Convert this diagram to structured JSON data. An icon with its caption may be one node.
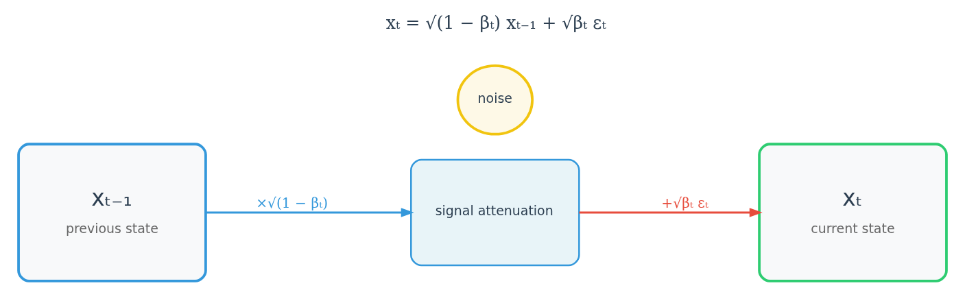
{
  "diagram": {
    "nodes": [
      {
        "text": [
          "xₜ₋₁",
          "previous state"
        ]
      },
      {
        "text": [
          "signal attenuation"
        ]
      },
      {
        "text": [
          "xₜ",
          "current state"
        ]
      },
      {
        "text": [
          "noise"
        ]
      }
    ],
    "edges": [
      {
        "from": 0,
        "to": 1,
        "arrow": "to",
        "label": "×√(1 − βₜ)",
        "color": "#3498db"
      },
      {
        "from": 1,
        "to": 2,
        "arrow": "to",
        "label": "+√βₜ εₜ",
        "color": "#e74c3c"
      }
    ],
    "labels": [
      "xₜ = √(1 − βₜ) xₜ₋₁ + √βₜ εₜ"
    ]
  }
}
